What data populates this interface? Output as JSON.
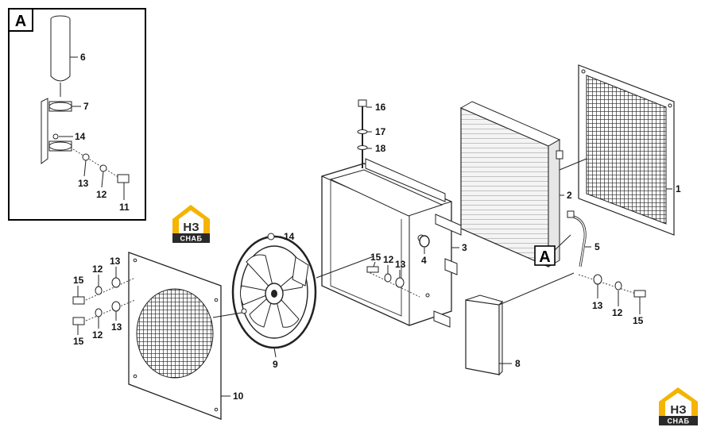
{
  "inset": {
    "label": "A"
  },
  "callout": {
    "label": "A"
  },
  "logo": {
    "letters": "НЗ",
    "word": "СНАБ",
    "brand_color": "#f4b400",
    "dark_color": "#2a2a2a"
  },
  "parts": [
    {
      "id": "p1",
      "label": "1"
    },
    {
      "id": "p2",
      "label": "2"
    },
    {
      "id": "p3",
      "label": "3"
    },
    {
      "id": "p4",
      "label": "4"
    },
    {
      "id": "p5",
      "label": "5"
    },
    {
      "id": "p6",
      "label": "6"
    },
    {
      "id": "p7",
      "label": "7"
    },
    {
      "id": "p8",
      "label": "8"
    },
    {
      "id": "p9",
      "label": "9"
    },
    {
      "id": "p10",
      "label": "10"
    },
    {
      "id": "p11",
      "label": "11"
    },
    {
      "id": "p12a",
      "label": "12"
    },
    {
      "id": "p12b",
      "label": "12"
    },
    {
      "id": "p12c",
      "label": "12"
    },
    {
      "id": "p12d",
      "label": "12"
    },
    {
      "id": "p12e",
      "label": "12"
    },
    {
      "id": "p13a",
      "label": "13"
    },
    {
      "id": "p13b",
      "label": "13"
    },
    {
      "id": "p13c",
      "label": "13"
    },
    {
      "id": "p13d",
      "label": "13"
    },
    {
      "id": "p13e",
      "label": "13"
    },
    {
      "id": "p14a",
      "label": "14"
    },
    {
      "id": "p14b",
      "label": "14"
    },
    {
      "id": "p15a",
      "label": "15"
    },
    {
      "id": "p15b",
      "label": "15"
    },
    {
      "id": "p15c",
      "label": "15"
    },
    {
      "id": "p15d",
      "label": "15"
    },
    {
      "id": "p16",
      "label": "16"
    },
    {
      "id": "p17",
      "label": "17"
    },
    {
      "id": "p18",
      "label": "18"
    }
  ]
}
